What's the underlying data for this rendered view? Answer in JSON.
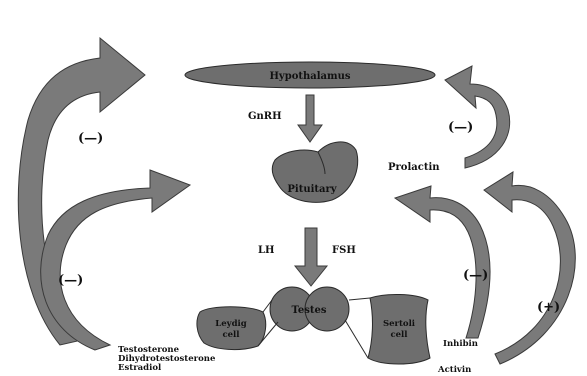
{
  "colors": {
    "organ_fill": "#6e6e6e",
    "organ_stroke": "#2b2b2b",
    "arrow_fill": "#7a7a7a",
    "arrow_stroke": "#3a3a3a",
    "text": "#111111",
    "background": "#ffffff"
  },
  "organs": {
    "hypothalamus": "Hypothalamus",
    "pituitary": "Pituitary",
    "testes": "Testes",
    "leydig": [
      "Leydig",
      "cell"
    ],
    "sertoli": [
      "Sertoli",
      "cell"
    ]
  },
  "hormones": {
    "gnrh": "GnRH",
    "lh": "LH",
    "fsh": "FSH",
    "prolactin": "Prolactin",
    "inhibin": "Inhibin",
    "activin": "Activin",
    "androgens": [
      "Testosterone",
      "Dihydrotestosterone",
      "Estradiol"
    ]
  },
  "feedback_signs": {
    "outer_left": "(—)",
    "inner_left": "(—)",
    "prolactin": "(—)",
    "inhibin": "(—)",
    "activin": "(+)"
  }
}
